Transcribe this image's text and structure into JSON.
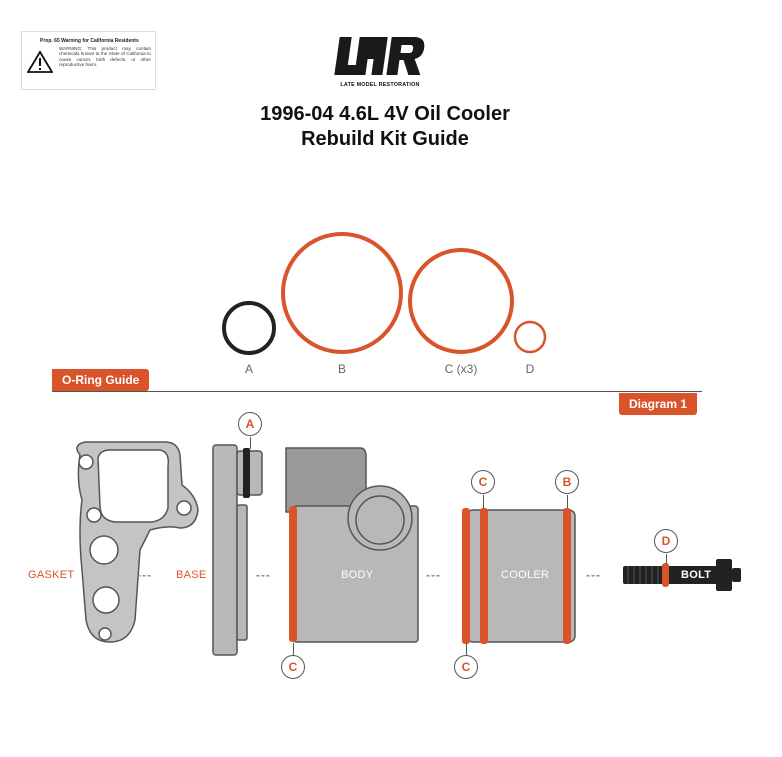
{
  "warning": {
    "title": "Prop. 65 Warning for California Residents",
    "text": "WARNING: This product may contain chemicals known to the State of California to cause cancer, birth defects, or other reproductive harm."
  },
  "logo": {
    "mark": "LMR",
    "subtitle": "LATE MODEL RESTORATION"
  },
  "title": {
    "line1": "1996-04 4.6L 4V Oil Cooler",
    "line2": "Rebuild Kit Guide"
  },
  "rings": [
    {
      "label": "A",
      "color": "#222222"
    },
    {
      "label": "B",
      "color": "#d9532b"
    },
    {
      "label": "C (x3)",
      "color": "#d9532b"
    },
    {
      "label": "D",
      "color": "#d9532b"
    }
  ],
  "guide_tab": "O-Ring Guide",
  "diagram_tab": "Diagram 1",
  "parts": {
    "gasket": "GASKET",
    "base": "BASE",
    "body": "BODY",
    "cooler": "COOLER",
    "bolt": "BOLT"
  },
  "separator": "---",
  "callouts": {
    "a": "A",
    "body_bottom": "C",
    "cooler_top_left": "C",
    "cooler_top_right": "B",
    "cooler_bottom": "C",
    "bolt": "D"
  },
  "colors": {
    "accent": "#d9532b",
    "part_gray": "#b8b8b8",
    "dark": "#222222"
  }
}
